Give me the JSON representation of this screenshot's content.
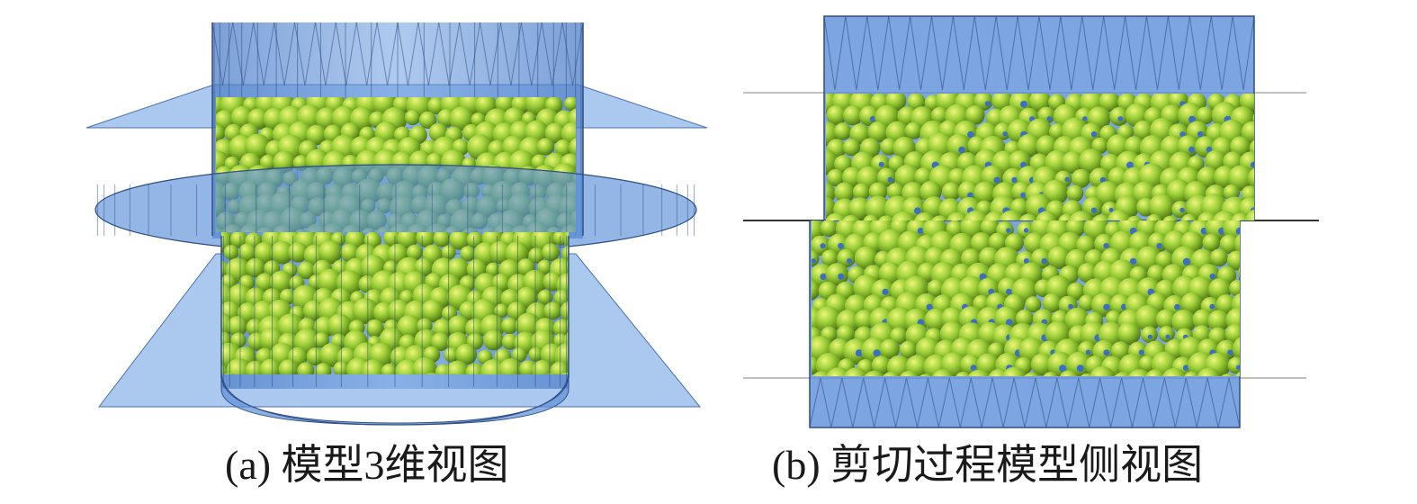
{
  "panels": [
    {
      "id": "a",
      "caption": "(a) 模型3维视图"
    },
    {
      "id": "b",
      "caption": "(b) 剪切过程模型侧视图"
    }
  ],
  "colors": {
    "cylinder": "#5b8fd9",
    "cylinder_edge": "#2e4e84",
    "plate": "#8fb5e8",
    "particle": "#9acd32",
    "particle_highlight": "#e6f070",
    "particle_shadow": "#4d7a10",
    "pore": "#3d6fc0"
  }
}
